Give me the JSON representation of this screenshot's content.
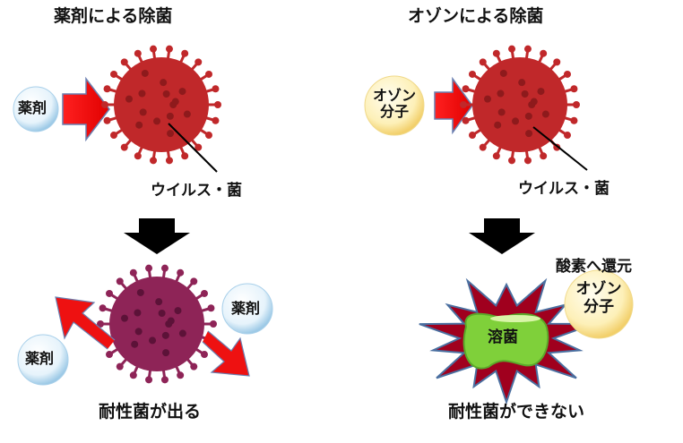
{
  "left_panel": {
    "title": "薬剤による除菌",
    "agent_label": "薬剤",
    "virus_label": "ウイルス・菌",
    "result_agent_label_1": "薬剤",
    "result_agent_label_2": "薬剤",
    "result_caption": "耐性菌が出る"
  },
  "right_panel": {
    "title": "オゾンによる除菌",
    "agent_label_line1": "オゾン",
    "agent_label_line2": "分子",
    "virus_label": "ウイルス・菌",
    "lysis_label": "溶菌",
    "reduction_label": "酸素へ還元",
    "result_agent_line1": "オゾン",
    "result_agent_line2": "分子",
    "result_caption": "耐性菌ができない"
  },
  "colors": {
    "virus_red": "#c0282a",
    "virus_purple": "#8e2457",
    "arrow_red": "#ee1111",
    "burst": "#a0001e",
    "blob_green": "#7fd03a",
    "ozone_yellow": "#fbe7a0"
  }
}
